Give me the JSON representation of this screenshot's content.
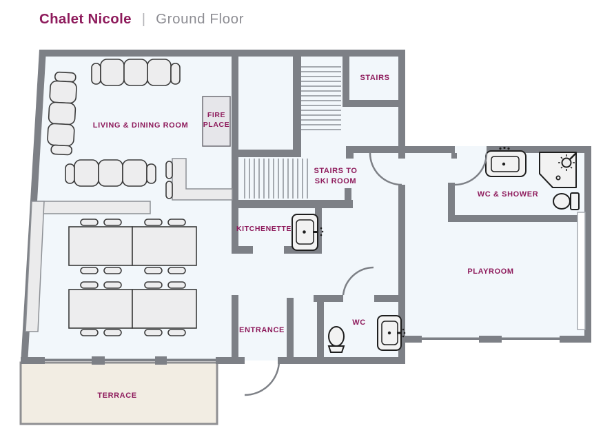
{
  "header": {
    "title": "Chalet Nicole",
    "separator": "|",
    "subtitle": "Ground Floor"
  },
  "colors": {
    "accent_magenta": "#8e1b5c",
    "subtitle_gray": "#8d8d93",
    "wall_gray": "#7d8086",
    "floor_blue": "#f2f7fb",
    "terrace_beige": "#f2ede3",
    "furniture_gray": "#ededee"
  },
  "rooms": {
    "living_dining": {
      "label": "LIVING & DINING ROOM"
    },
    "fireplace": {
      "line1": "FIRE",
      "line2": "PLACE"
    },
    "stairs": {
      "label": "STAIRS"
    },
    "stairs_ski": {
      "line1": "STAIRS TO",
      "line2": "SKI ROOM"
    },
    "kitchenette": {
      "label": "KITCHENETTE"
    },
    "entrance": {
      "label": "ENTRANCE"
    },
    "wc": {
      "label": "WC"
    },
    "wc_shower": {
      "label": "WC & SHOWER"
    },
    "playroom": {
      "label": "PLAYROOM"
    },
    "terrace": {
      "label": "TERRACE"
    }
  }
}
